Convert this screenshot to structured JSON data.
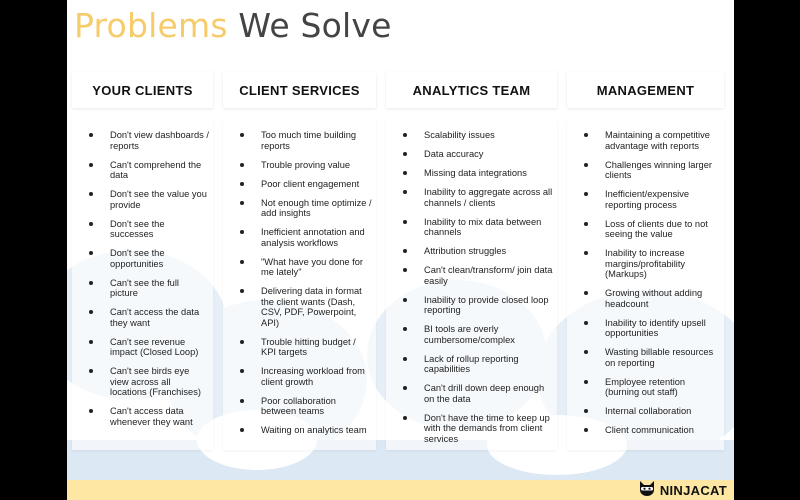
{
  "title": {
    "part1": "Problems",
    "part2": "We Solve"
  },
  "colors": {
    "accent": "#f6cb6a",
    "footer": "#fde7a3",
    "sky": "#dce8f3"
  },
  "columns": [
    {
      "header": "YOUR CLIENTS",
      "items": [
        "Don't view dashboards / reports",
        "Can't comprehend the data",
        "Don't see the value you provide",
        "Don't see the successes",
        "Don't see the opportunities",
        "Can't see the full picture",
        "Can't access the data they want",
        "Can't see revenue impact (Closed Loop)",
        "Can't see birds eye view across all locations (Franchises)",
        "Can't access data whenever they want"
      ]
    },
    {
      "header": "CLIENT SERVICES",
      "items": [
        "Too much time building reports",
        "Trouble proving value",
        "Poor client engagement",
        "Not enough time optimize / add insights",
        "Inefficient annotation and analysis workflows",
        "\"What have you done for me lately\"",
        "Delivering data in format the client wants (Dash, CSV, PDF, Powerpoint, API)",
        "Trouble hitting budget / KPI targets",
        "Increasing workload from client growth",
        "Poor collaboration between teams",
        "Waiting on analytics team"
      ]
    },
    {
      "header": "ANALYTICS TEAM",
      "items": [
        "Scalability issues",
        "Data accuracy",
        "Missing data integrations",
        "Inability to aggregate across all channels / clients",
        "Inability to mix data between channels",
        "Attribution struggles",
        "Can't clean/transform/ join data easily",
        "Inability to provide closed loop reporting",
        "BI tools are overly cumbersome/complex",
        "Lack of rollup reporting capabilities",
        "Can't drill down deep enough on the data",
        "Don't have the time to keep up with the demands from client services"
      ]
    },
    {
      "header": "MANAGEMENT",
      "items": [
        "Maintaining a competitive advantage with reports",
        "Challenges winning larger clients",
        "Inefficient/expensive reporting process",
        "Loss of clients due to not seeing the value",
        "Inability to increase margins/profitability (Markups)",
        "Growing without adding headcount",
        "Inability to identify upsell opportunities",
        "Wasting billable resources on reporting",
        "Employee retention (burning out staff)",
        "Internal collaboration",
        "Client communication"
      ]
    }
  ],
  "logo": {
    "text": "NINJACAT",
    "icon": "ninja-cat-icon"
  }
}
